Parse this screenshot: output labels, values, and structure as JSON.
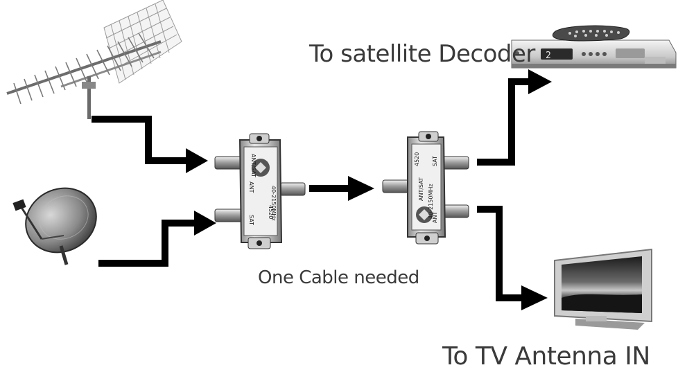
{
  "labels": {
    "decoder": "To satellite Decoder",
    "cable": "One Cable needed",
    "tv": "To TV Antenna IN"
  },
  "splitter_left": {
    "model": "4520",
    "port_top": "ANT/SAT",
    "port_a": "ANT",
    "port_b": "SAT",
    "range": "40-2150MHz"
  },
  "splitter_right": {
    "model": "4520",
    "port_top": "ANT/SAT",
    "port_a": "ANT",
    "port_b": "SAT",
    "range": "40-2150MHz"
  },
  "decoder_display": "2",
  "icons": [
    "yagi-antenna-icon",
    "satellite-dish-icon",
    "set-top-box-icon",
    "remote-control-icon",
    "diplexer-icon",
    "tv-icon",
    "arrow-icon"
  ],
  "colors": {
    "arrow": "#000000",
    "text": "#3a3a3a",
    "background": "#ffffff"
  }
}
